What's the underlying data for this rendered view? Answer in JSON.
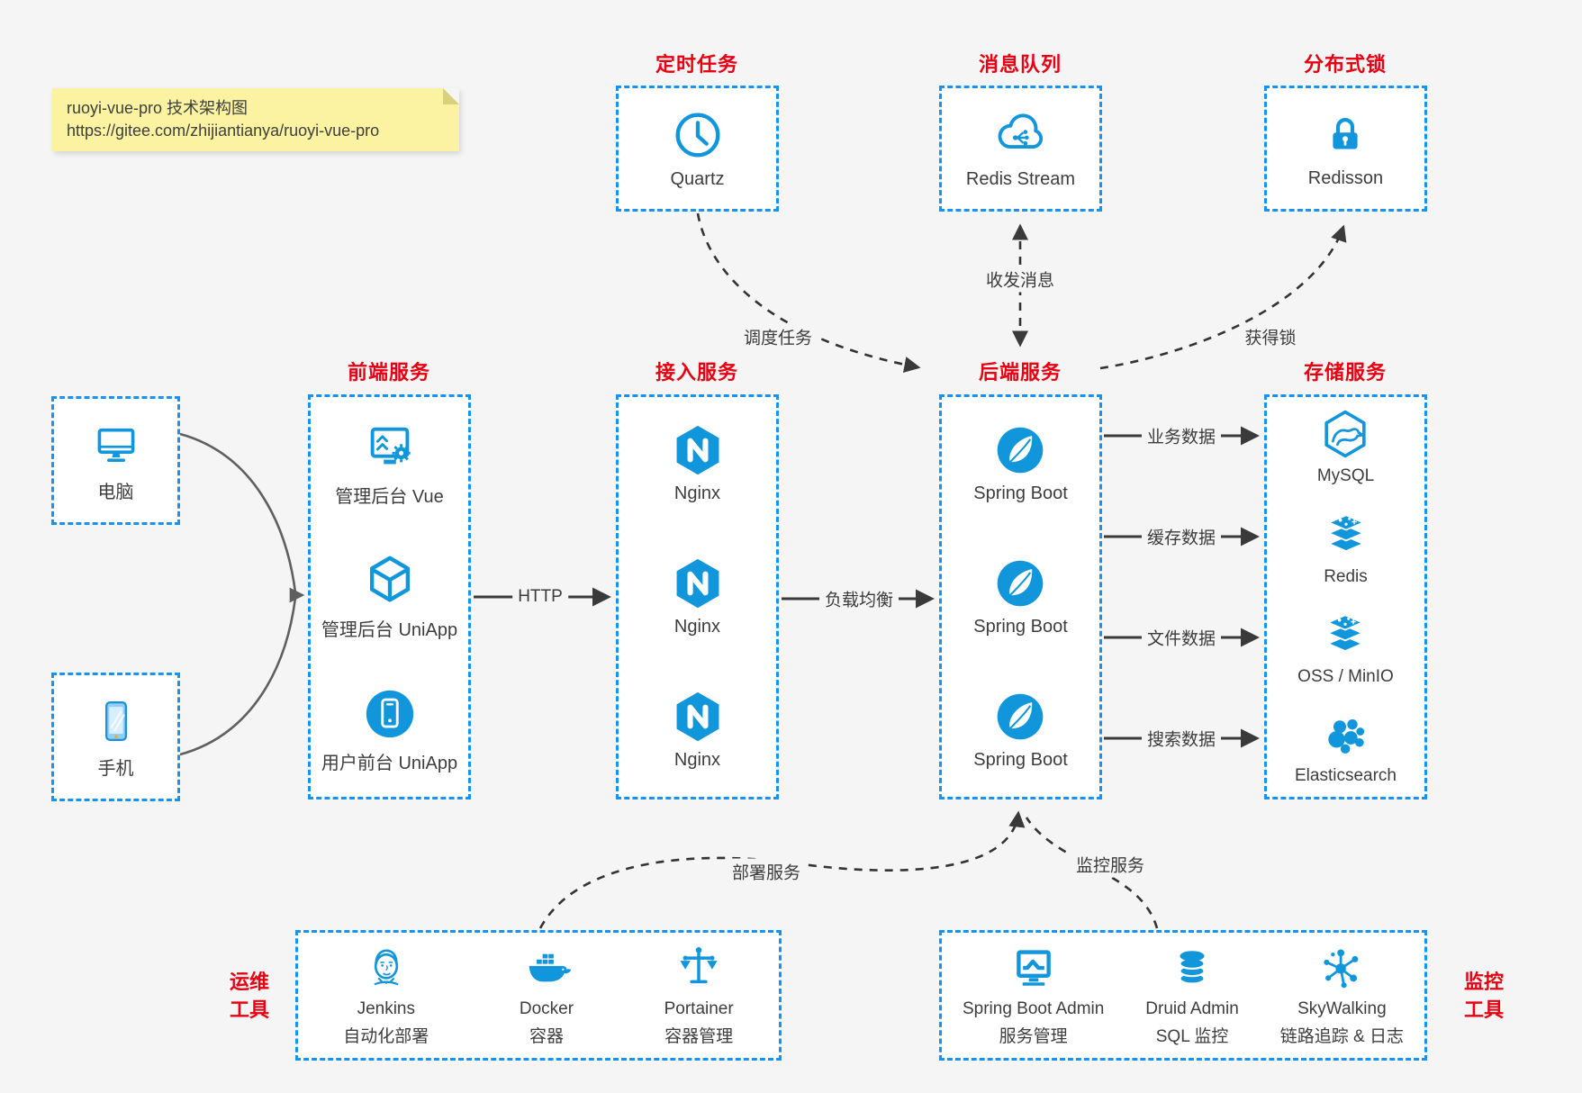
{
  "note": {
    "line1": "ruoyi-vue-pro 技术架构图",
    "line2": "https://gitee.com/zhijiantianya/ruoyi-vue-pro"
  },
  "colors": {
    "accent_blue": "#1296db",
    "border_blue": "#1791f2",
    "title_red": "#e60012",
    "page_background": "#f5f5f6",
    "text": "#3d3d3d",
    "connector_dark": "#3a3a3a",
    "connector_gray": "#5f5f5f",
    "note_background": "#fbf3a1"
  },
  "top_groups": [
    {
      "title": "定时任务",
      "item": {
        "icon": "clock-icon",
        "label": "Quartz"
      }
    },
    {
      "title": "消息队列",
      "item": {
        "icon": "cloud-mq-icon",
        "label": "Redis Stream"
      }
    },
    {
      "title": "分布式锁",
      "item": {
        "icon": "lock-icon",
        "label": "Redisson"
      }
    }
  ],
  "clients": [
    {
      "icon": "desktop-icon",
      "label": "电脑"
    },
    {
      "icon": "phone-icon",
      "label": "手机"
    }
  ],
  "columns": [
    {
      "title": "前端服务",
      "items": [
        {
          "icon": "admin-vue-icon",
          "label": "管理后台 Vue"
        },
        {
          "icon": "uniapp-cube-icon",
          "label": "管理后台 UniApp"
        },
        {
          "icon": "user-uniapp-icon",
          "label": "用户前台 UniApp"
        }
      ]
    },
    {
      "title": "接入服务",
      "items": [
        {
          "icon": "nginx-icon",
          "label": "Nginx"
        },
        {
          "icon": "nginx-icon",
          "label": "Nginx"
        },
        {
          "icon": "nginx-icon",
          "label": "Nginx"
        }
      ]
    },
    {
      "title": "后端服务",
      "items": [
        {
          "icon": "spring-boot-icon",
          "label": "Spring Boot"
        },
        {
          "icon": "spring-boot-icon",
          "label": "Spring Boot"
        },
        {
          "icon": "spring-boot-icon",
          "label": "Spring Boot"
        }
      ]
    },
    {
      "title": "存储服务",
      "items": [
        {
          "icon": "mysql-icon",
          "label": "MySQL"
        },
        {
          "icon": "redis-stack-icon",
          "label": "Redis"
        },
        {
          "icon": "storage-stack-icon",
          "label": "OSS / MinIO"
        },
        {
          "icon": "elasticsearch-icon",
          "label": "Elasticsearch"
        }
      ]
    }
  ],
  "edges": {
    "http": "HTTP",
    "load_balance": "负载均衡",
    "schedule": "调度任务",
    "messages": "收发消息",
    "lock": "获得锁",
    "business_data": "业务数据",
    "cache_data": "缓存数据",
    "file_data": "文件数据",
    "search_data": "搜索数据",
    "deploy": "部署服务",
    "monitor": "监控服务"
  },
  "bottom_groups": [
    {
      "title_lines": [
        "运维",
        "工具"
      ],
      "items": [
        {
          "icon": "jenkins-icon",
          "name": "Jenkins",
          "desc": "自动化部署"
        },
        {
          "icon": "docker-icon",
          "name": "Docker",
          "desc": "容器"
        },
        {
          "icon": "portainer-icon",
          "name": "Portainer",
          "desc": "容器管理"
        }
      ]
    },
    {
      "title_lines": [
        "监控",
        "工具"
      ],
      "items": [
        {
          "icon": "sba-icon",
          "name": "Spring Boot Admin",
          "desc": "服务管理"
        },
        {
          "icon": "druid-icon",
          "name": "Druid Admin",
          "desc": "SQL 监控"
        },
        {
          "icon": "skywalking-icon",
          "name": "SkyWalking",
          "desc": "链路追踪 & 日志"
        }
      ]
    }
  ]
}
